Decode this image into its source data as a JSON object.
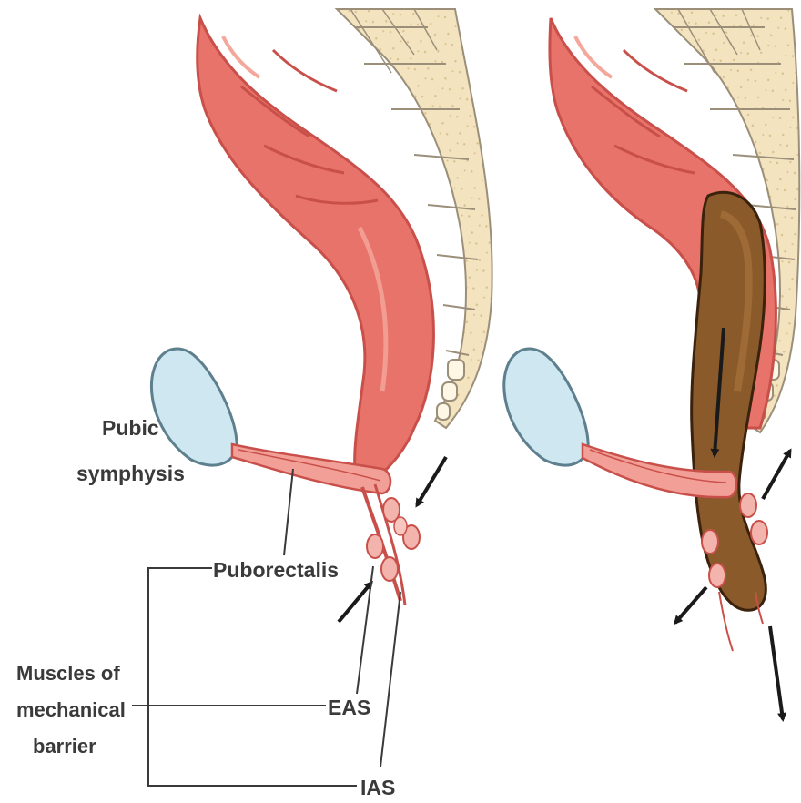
{
  "labels": {
    "pubic_symphysis_line1": "Pubic",
    "pubic_symphysis_line2": "symphysis",
    "puborectalis": "Puborectalis",
    "muscles_line1": "Muscles of",
    "muscles_line2": "mechanical",
    "muscles_line3": "barrier",
    "eas": "EAS",
    "ias": "IAS"
  },
  "colors": {
    "colon": "#e8736a",
    "colon_dark": "#c9504a",
    "colon_light": "#f4a79b",
    "bone": "#f3e3bf",
    "bone_edge": "#9b8f7a",
    "symphysis": "#cfe7f1",
    "feces": "#8a5a2b",
    "feces_light": "#a6713a",
    "sphincter": "#f2b4ac",
    "text": "#3a3a3a",
    "arrow": "#1a1a1a"
  },
  "icons": [
    "arrow-inward-icon",
    "arrow-outward-icon",
    "arrow-down-icon"
  ]
}
